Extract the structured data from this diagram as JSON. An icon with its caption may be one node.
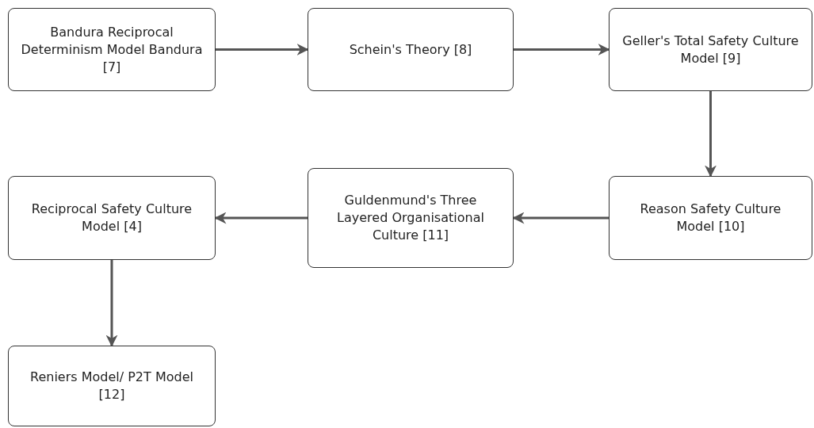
{
  "diagram": {
    "nodes": [
      {
        "text": [
          "Bandura Reciprocal Determinism Model Bandura [7]"
        ]
      },
      {
        "text": [
          "Schein's Theory [8]"
        ]
      },
      {
        "text": [
          "Geller's Total Safety Culture Model [9]"
        ]
      },
      {
        "text": [
          "Reason Safety Culture Model [10]"
        ]
      },
      {
        "text": [
          "Guldenmund's Three Layered Organisational Culture [11]"
        ]
      },
      {
        "text": [
          "Reciprocal Safety Culture Model [4]"
        ]
      },
      {
        "text": [
          "Reniers Model/ P2T Model [12]"
        ]
      }
    ],
    "edges": [
      {
        "from": 0,
        "to": 1,
        "arrow": "to"
      },
      {
        "from": 1,
        "to": 2,
        "arrow": "to"
      },
      {
        "from": 2,
        "to": 3,
        "arrow": "to"
      },
      {
        "from": 3,
        "to": 4,
        "arrow": "to"
      },
      {
        "from": 4,
        "to": 5,
        "arrow": "to"
      },
      {
        "from": 5,
        "to": 6,
        "arrow": "to"
      }
    ]
  }
}
